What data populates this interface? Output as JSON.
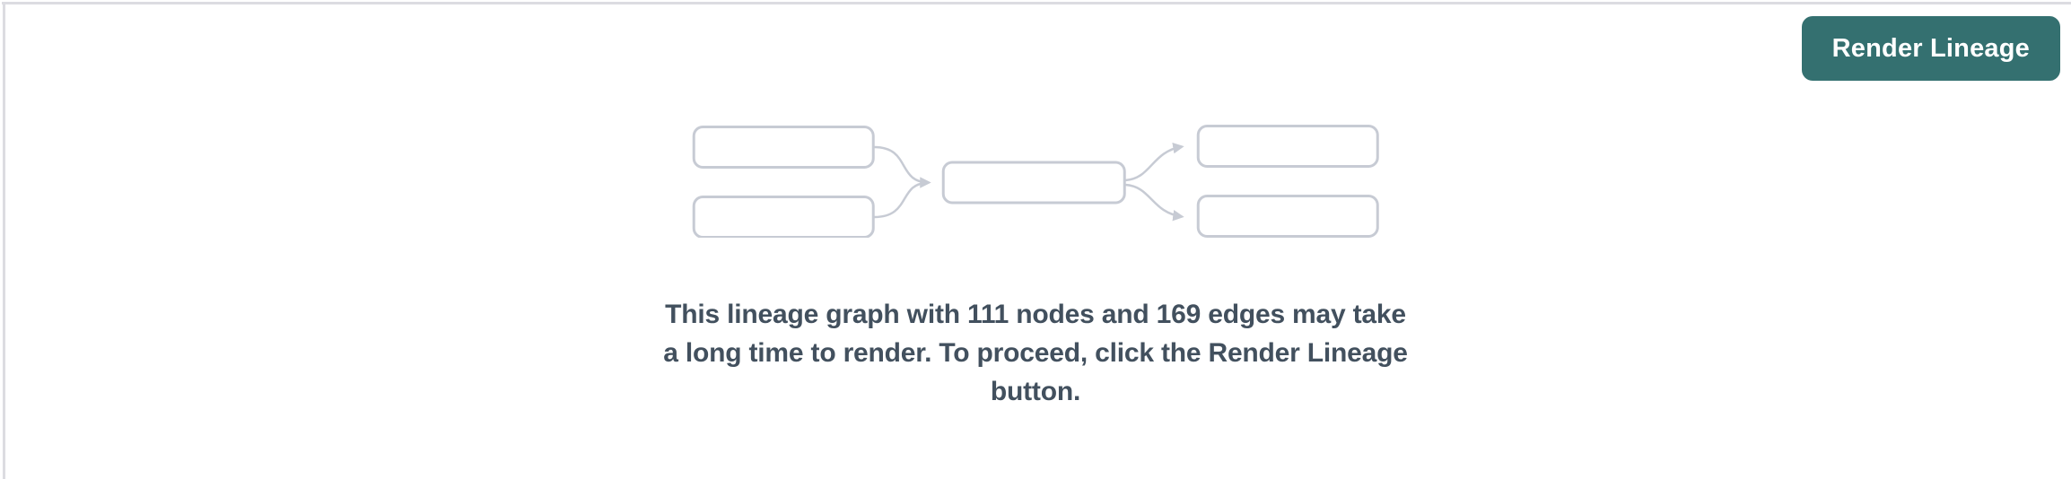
{
  "panel": {
    "background_color": "#ffffff",
    "border_color": "#dcdce1"
  },
  "toolbar": {
    "render_lineage_button": {
      "label": "Render Lineage",
      "bg_color": "#347070",
      "text_color": "#ffffff"
    }
  },
  "empty_state": {
    "illustration": {
      "name": "lineage-graph-placeholder",
      "node_fill": "#ffffff",
      "node_border_color": "#c7cbd4",
      "edge_color": "#c7cbd4",
      "node_boxes": 5,
      "edge_arrows": 4
    },
    "node_count": 111,
    "edge_count": 169,
    "message": {
      "lines": [
        "This lineage graph with 111 nodes and 169 edges may take",
        "a long time to render. To proceed, click the Render Lineage",
        "button."
      ],
      "text_color": "#42505e"
    }
  }
}
